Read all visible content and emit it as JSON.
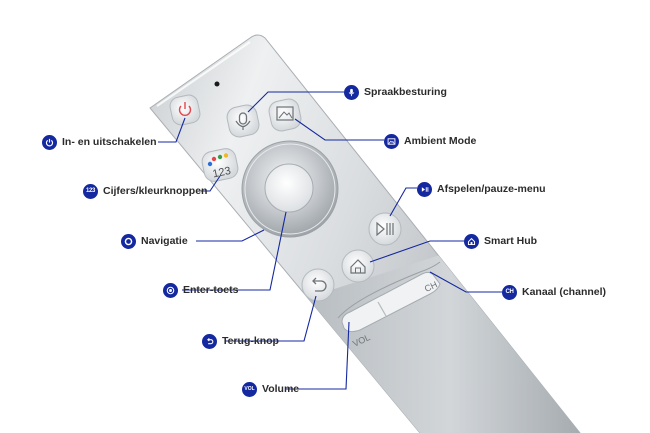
{
  "accent_color": "#1428a0",
  "remote": {
    "mic_dot": "",
    "num_button": "123",
    "vol_label": "VOL",
    "ch_label": "CH"
  },
  "callouts": {
    "power": {
      "label": "In- en uitschakelen",
      "icon": "power-icon"
    },
    "numbers": {
      "label": "Cijfers/kleurknoppen",
      "icon": "numbers-123-icon",
      "badge_text": "123"
    },
    "navigation": {
      "label": "Navigatie",
      "icon": "ring-icon"
    },
    "enter": {
      "label": "Enter-toets",
      "icon": "dot-ring-icon"
    },
    "back": {
      "label": "Terug-knop",
      "icon": "return-arrow-icon"
    },
    "volume": {
      "label": "Volume",
      "icon": "vol-icon",
      "badge_text": "VOL"
    },
    "voice": {
      "label": "Spraakbesturing",
      "icon": "microphone-icon"
    },
    "ambient": {
      "label": "Ambient Mode",
      "icon": "ambient-icon"
    },
    "playpause": {
      "label": "Afspelen/pauze-menu",
      "icon": "play-pause-icon"
    },
    "smarthub": {
      "label": "Smart Hub",
      "icon": "home-icon"
    },
    "channel": {
      "label": "Kanaal (channel)",
      "icon": "ch-icon",
      "badge_text": "CH"
    }
  }
}
